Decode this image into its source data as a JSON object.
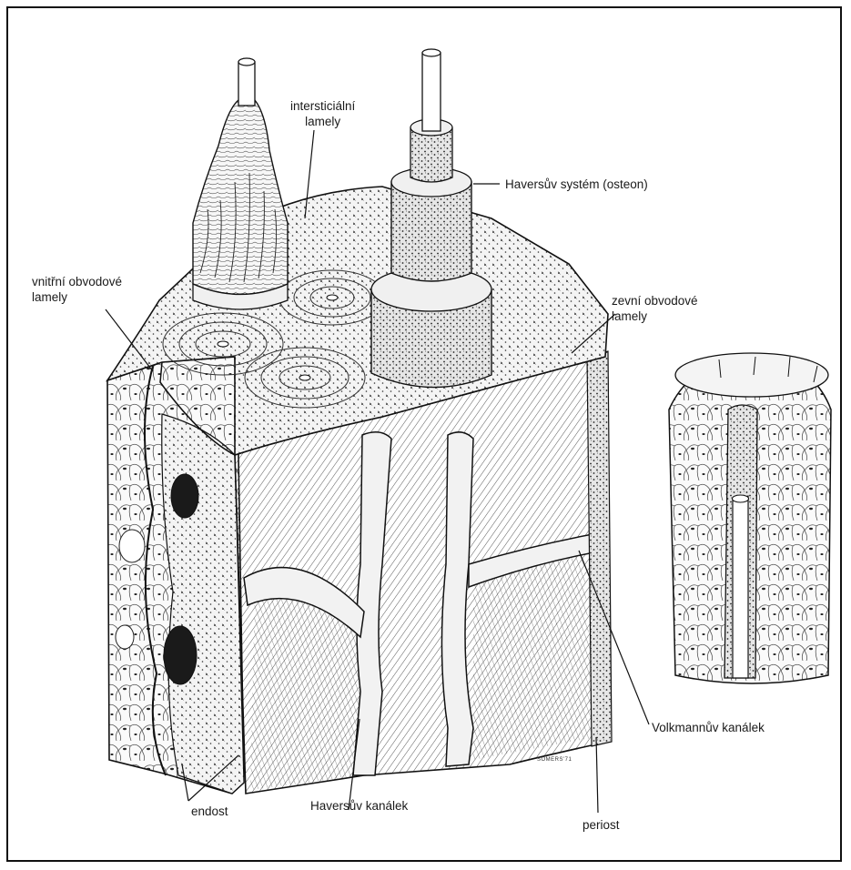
{
  "labels": {
    "intersticialni": [
      "intersticiální",
      "lamely"
    ],
    "haversuv_system": "Haversův systém  (osteon)",
    "vnitrni": [
      "vnitřní obvodové",
      "lamely"
    ],
    "zevni": [
      "zevní obvodové",
      "lamely"
    ],
    "volkmannuv": "Volkmannův kanálek",
    "endost": "endost",
    "haversuv_kanalek": "Haversův kanálek",
    "periost": "periost"
  },
  "signature": "SOMERS'71",
  "colors": {
    "ink": "#1a1a1a",
    "paper": "#ffffff",
    "shade": "#d9d9d9",
    "mid": "#bdbdbd"
  }
}
